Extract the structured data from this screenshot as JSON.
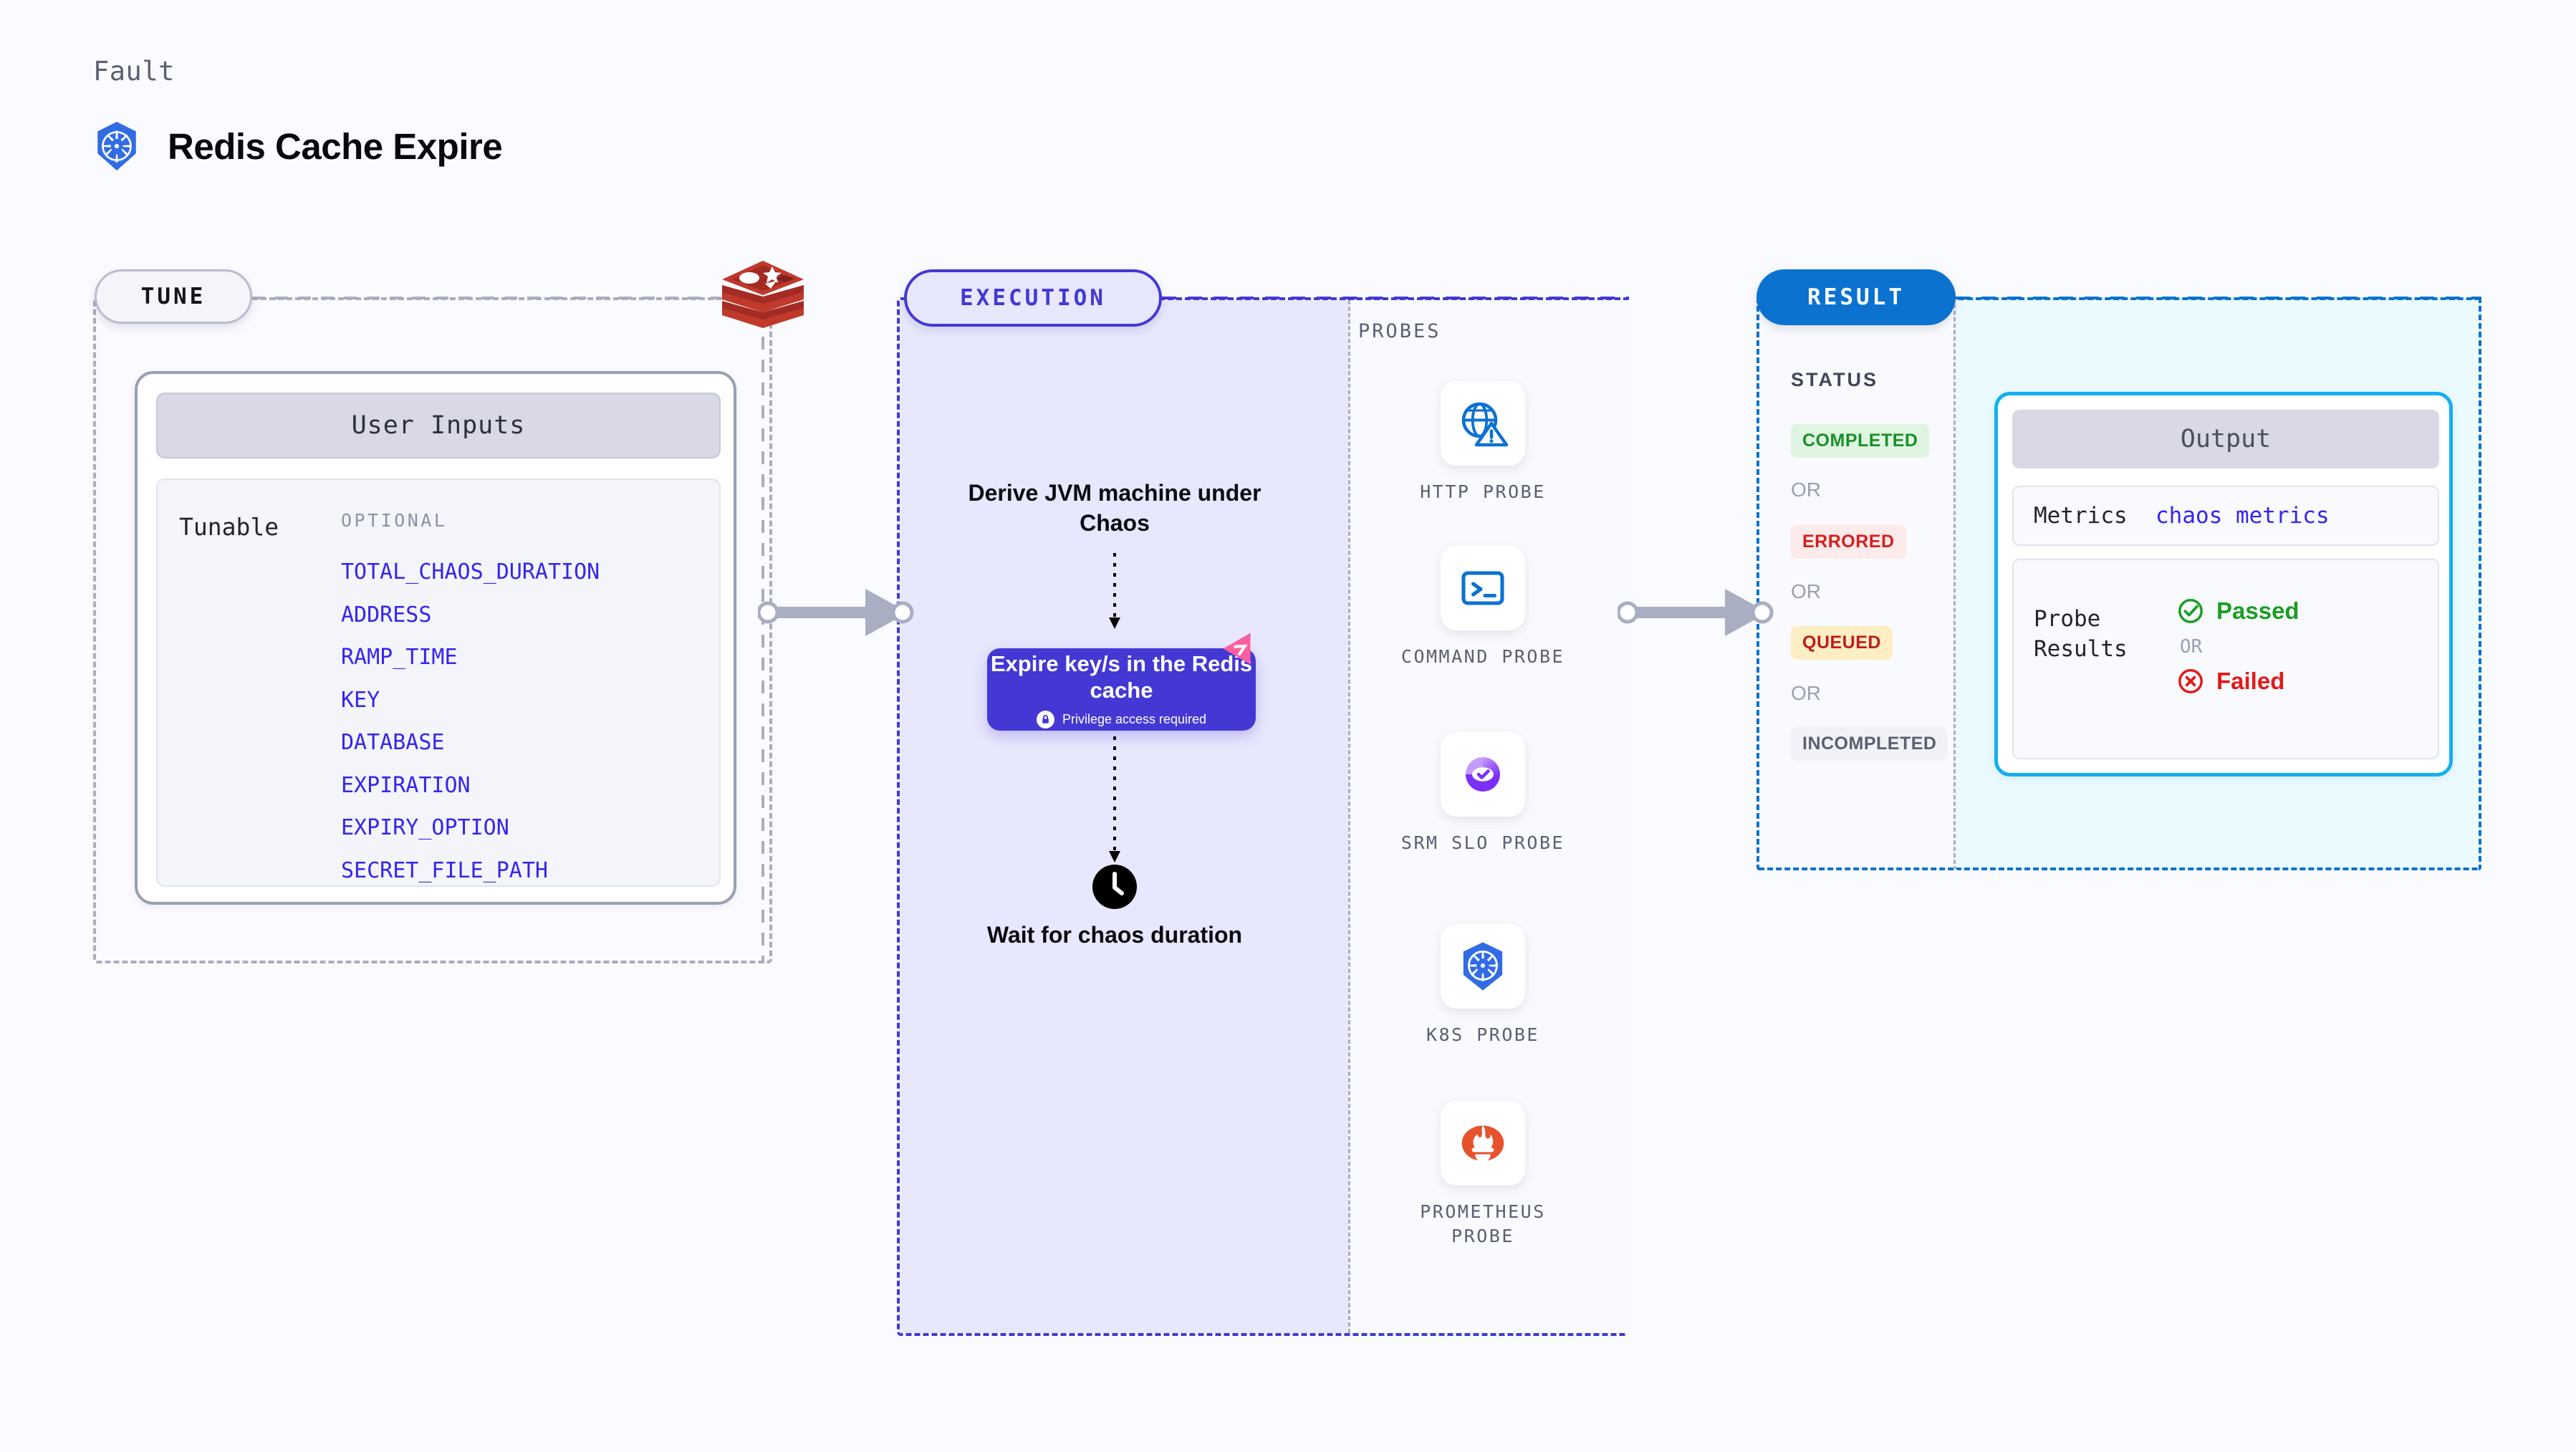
{
  "header": {
    "eyebrow": "Fault",
    "title": "Redis Cache Expire",
    "logo_icon": "kubernetes-icon"
  },
  "tune": {
    "tag": "TUNE",
    "source_icon": "redis-logo-icon",
    "card_title": "User Inputs",
    "tunable_label": "Tunable",
    "optional_label": "OPTIONAL",
    "tunables": [
      "TOTAL_CHAOS_DURATION",
      "ADDRESS",
      "RAMP_TIME",
      "KEY",
      "DATABASE",
      "EXPIRATION",
      "EXPIRY_OPTION",
      "SECRET_FILE_PATH"
    ]
  },
  "execution": {
    "tag": "EXECUTION",
    "step_1": "Derive JVM machine under Chaos",
    "action_card": {
      "title": "Expire key/s in the Redis cache",
      "privilege_note": "Privilege access required",
      "lock_icon": "lock-icon",
      "corner_icon": "pink-arrow-badge-icon"
    },
    "step_2": "Wait for chaos duration",
    "clock_icon": "clock-icon"
  },
  "probes": {
    "label": "PROBES",
    "items": [
      {
        "name": "HTTP PROBE",
        "icon": "globe-warning-icon"
      },
      {
        "name": "COMMAND PROBE",
        "icon": "terminal-icon"
      },
      {
        "name": "SRM SLO PROBE",
        "icon": "slo-gauge-check-icon"
      },
      {
        "name": "K8S PROBE",
        "icon": "kubernetes-icon"
      },
      {
        "name": "PROMETHEUS PROBE",
        "icon": "prometheus-flame-icon"
      }
    ]
  },
  "result": {
    "tag": "RESULT",
    "status_label": "STATUS",
    "or_label": "OR",
    "statuses": [
      {
        "label": "COMPLETED",
        "bg": "#dff5e1",
        "fg": "#1a8f2a"
      },
      {
        "label": "ERRORED",
        "bg": "#fdeaea",
        "fg": "#d31f1f"
      },
      {
        "label": "QUEUED",
        "bg": "#fdeec4",
        "fg": "#c01c1c"
      },
      {
        "label": "INCOMPLETED",
        "bg": "#f1f2f7",
        "fg": "#5a6070"
      }
    ],
    "output": {
      "title": "Output",
      "metrics_key": "Metrics",
      "metrics_value": "chaos metrics",
      "probe_results_key": "Probe Results",
      "passed_label": "Passed",
      "failed_label": "Failed",
      "or_label": "OR",
      "passed_icon": "check-circle-icon",
      "failed_icon": "x-circle-icon",
      "passed_color": "#1a9e22",
      "failed_color": "#e01b1b"
    }
  },
  "colors": {
    "page_bg": "#fafbfe",
    "execution_accent": "#4438d4",
    "result_accent": "#0b72d0",
    "output_accent": "#12b0ef",
    "tune_accent": "#a9aebe",
    "tunable_text": "#3724ee",
    "connector": "#a9aec3"
  }
}
